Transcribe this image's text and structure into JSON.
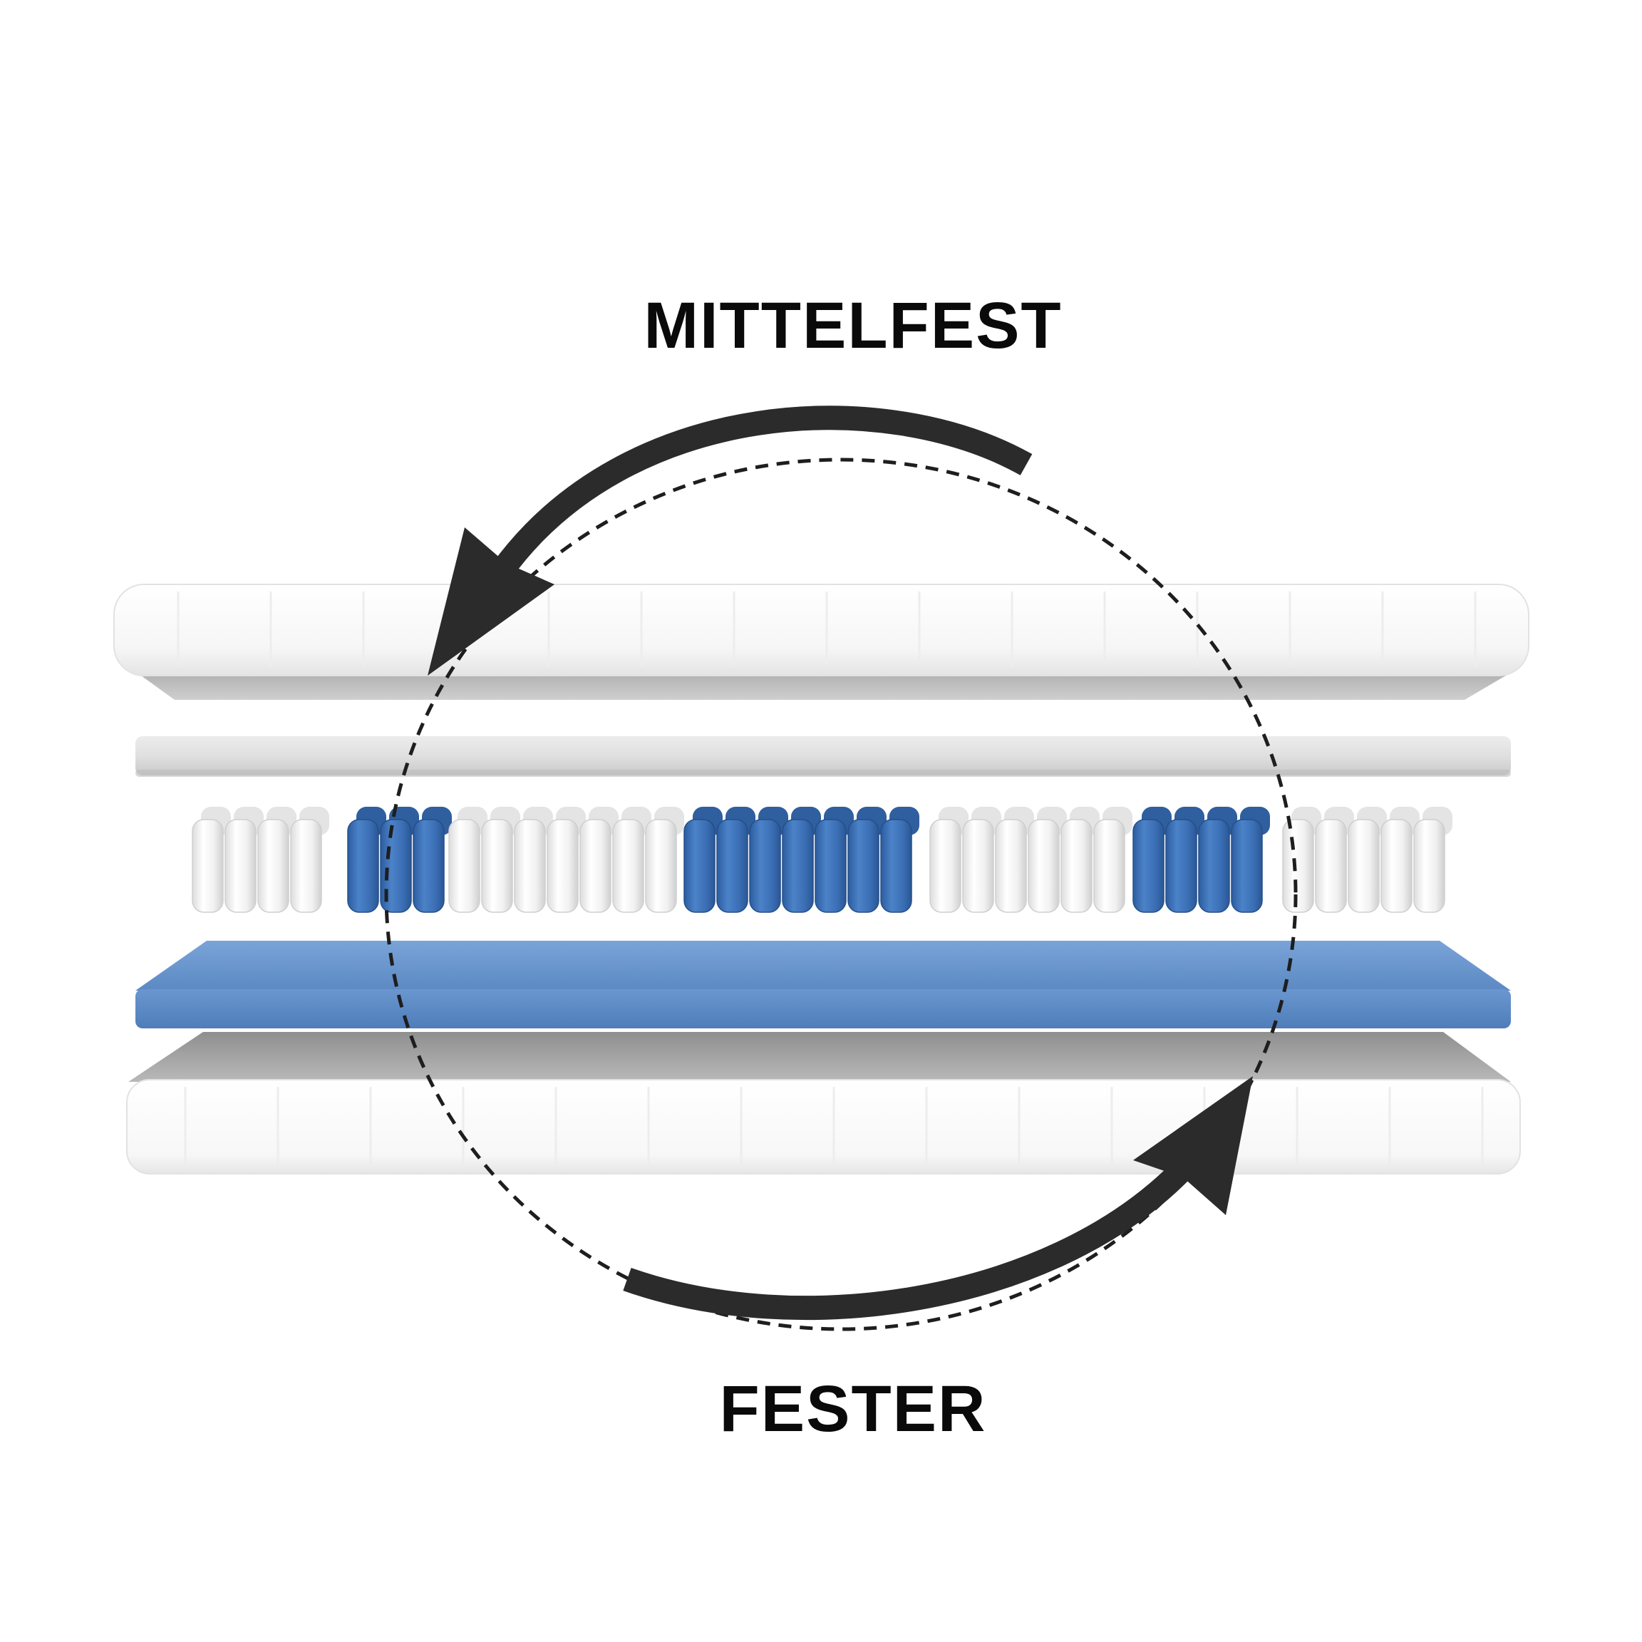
{
  "labels": {
    "top": "MITTELFEST",
    "bottom": "FESTER"
  },
  "colors": {
    "background": "#ffffff",
    "arrow": "#2b2b2b",
    "spring_blue": "#3a6fb7",
    "spring_white": "#f2f2f2",
    "foam_blue": "#6d9ad2",
    "foam_grey": "#dedede",
    "cover_white": "#fafafa"
  },
  "icons": {
    "top_arrow": "curved-arrow-counterclockwise-icon",
    "bottom_arrow": "curved-arrow-clockwise-icon"
  },
  "spring_zones": [
    "white",
    "blue",
    "white",
    "blue",
    "white",
    "blue",
    "white"
  ]
}
